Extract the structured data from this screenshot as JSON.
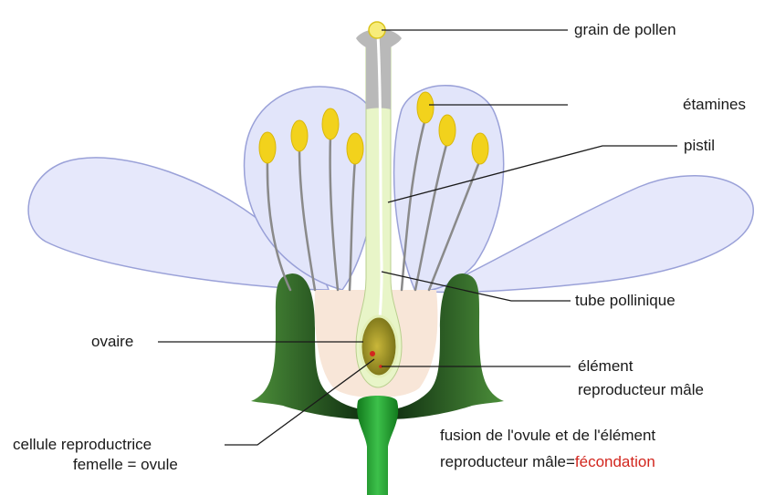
{
  "labels": {
    "pollen_grain": "grain de pollen",
    "stamens": "étamines",
    "pistil": "pistil",
    "pollen_tube": "tube pollinique",
    "ovary": "ovaire",
    "male_element_line1": "élément",
    "male_element_line2": "reproducteur mâle",
    "female_cell_line1": "cellule reproductrice",
    "female_cell_line2": "femelle = ovule",
    "fusion_line1": "fusion de l'ovule et de l'élément",
    "fusion_line2": "reproducteur mâle=",
    "fecondation": "fécondation"
  },
  "colors": {
    "petal_fill": "#e6e8fb",
    "petal_stroke": "#9aa1d8",
    "anther": "#f2d21c",
    "filament": "#8a8a8a",
    "pistil": "#e8f5c8",
    "sepal_dark": "#173d17",
    "receptacle": "#f8e6d8",
    "stem": "#1f9a2a",
    "ovary": "#b8a72a",
    "label_red": "#d2261e"
  }
}
